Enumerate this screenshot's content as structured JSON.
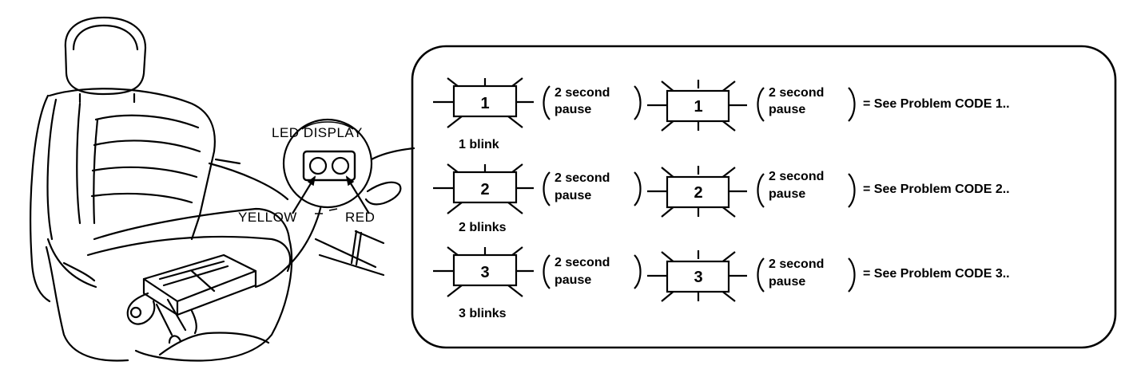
{
  "callout": {
    "led_display": "LED DISPLAY",
    "yellow": "YELLOW",
    "red": "RED"
  },
  "rows": [
    {
      "code": "1",
      "blinks": "1 blink",
      "pause_line1": "2 second",
      "pause_line2": "pause",
      "result": "= See Problem CODE 1.."
    },
    {
      "code": "2",
      "blinks": "2 blinks",
      "pause_line1": "2 second",
      "pause_line2": "pause",
      "result": "= See Problem CODE 2.."
    },
    {
      "code": "3",
      "blinks": "3 blinks",
      "pause_line1": "2 second",
      "pause_line2": "pause",
      "result": "= See Problem CODE 3.."
    }
  ],
  "icons": [
    "seat-illustration",
    "led-display-icon",
    "blink-box-icon",
    "pointer-arrow-icon"
  ]
}
